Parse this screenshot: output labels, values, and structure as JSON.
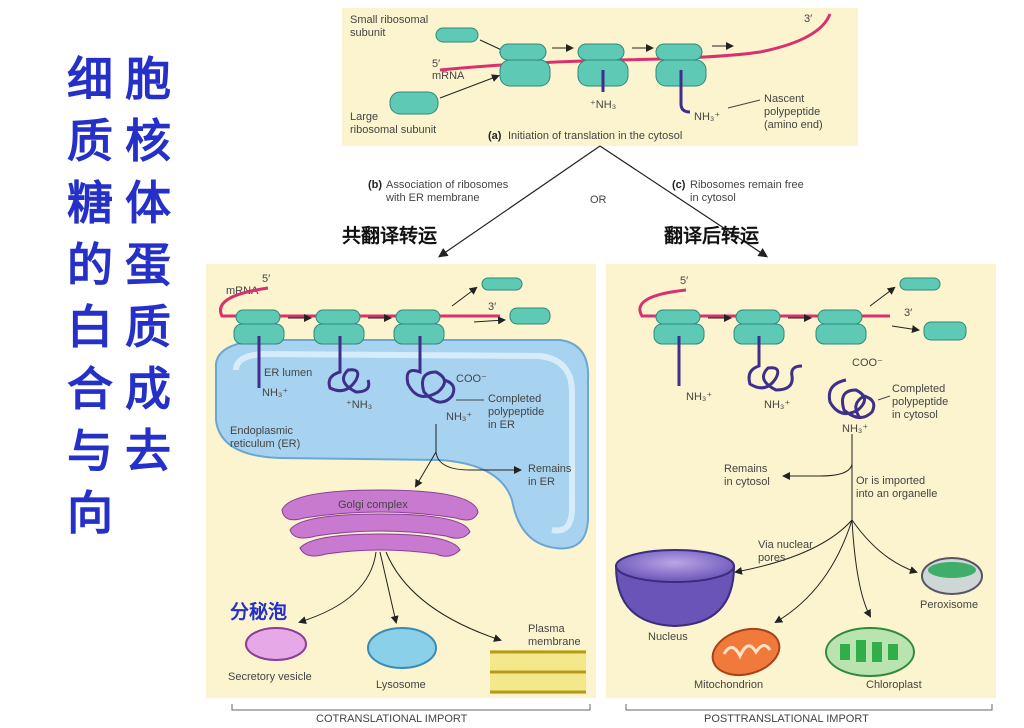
{
  "title": {
    "col1": [
      "细",
      "质",
      "糖",
      "的",
      "白",
      "合",
      "与",
      "向"
    ],
    "col2": [
      "胞",
      "核",
      "体",
      "蛋",
      "质",
      "成",
      "去"
    ]
  },
  "top_panel": {
    "small_subunit": [
      "Small ribosomal",
      "subunit"
    ],
    "three_prime": "3′",
    "five_prime": "5′",
    "mrna": "mRNA",
    "large_subunit": [
      "Large",
      "ribosomal subunit"
    ],
    "nh3_1": "⁺NH₃",
    "nh3_2": "NH₃⁺",
    "nascent": [
      "Nascent",
      "polypeptide",
      "(amino end)"
    ],
    "caption_bold": "(a)",
    "caption": "Initiation of translation in the cytosol"
  },
  "branch": {
    "b_bold": "(b)",
    "b_text": [
      "Association of ribosomes",
      "with ER membrane"
    ],
    "or": "OR",
    "c_bold": "(c)",
    "c_text": [
      "Ribosomes remain free",
      "in cytosol"
    ],
    "cn_left": "共翻译转运",
    "cn_right": "翻译后转运"
  },
  "left_panel": {
    "five_prime": "5′",
    "mrna": "mRNA",
    "three_prime": "3′",
    "er_lumen": "ER lumen",
    "nh3_a": "NH₃⁺",
    "nh3_b": "⁺NH₃",
    "coo": "COO⁻",
    "nh3_c": "NH₃⁺",
    "completed": [
      "Completed",
      "polypeptide",
      "in ER"
    ],
    "er": [
      "Endoplasmic",
      "reticulum (ER)"
    ],
    "remains": [
      "Remains",
      "in ER"
    ],
    "golgi": "Golgi complex",
    "cn_vesicle": "分秘泡",
    "secretory": "Secretory vesicle",
    "lysosome": "Lysosome",
    "plasma": [
      "Plasma",
      "membrane"
    ],
    "footer": "COTRANSLATIONAL IMPORT"
  },
  "right_panel": {
    "five_prime": "5′",
    "three_prime": "3′",
    "coo": "COO⁻",
    "nh3_a": "NH₃⁺",
    "nh3_b": "NH₃⁺",
    "nh3_c": "NH₃⁺",
    "completed": [
      "Completed",
      "polypeptide",
      "in cytosol"
    ],
    "remains": [
      "Remains",
      "in cytosol"
    ],
    "imported": [
      "Or is imported",
      "into an organelle"
    ],
    "via": [
      "Via nuclear",
      "pores"
    ],
    "peroxisome": "Peroxisome",
    "nucleus": "Nucleus",
    "mitochondrion": "Mitochondrion",
    "chloroplast": "Chloroplast",
    "footer": "POSTTRANSLATIONAL IMPORT"
  },
  "colors": {
    "title_blue": "#2430c8",
    "panel_bg": "#fbf4cf",
    "ribosome": "#5ec9b4",
    "mrna": "#d9306e",
    "polypeptide": "#3d2f8a",
    "er_blue": "#a8d3f0",
    "golgi_pink": "#c77ad0"
  }
}
